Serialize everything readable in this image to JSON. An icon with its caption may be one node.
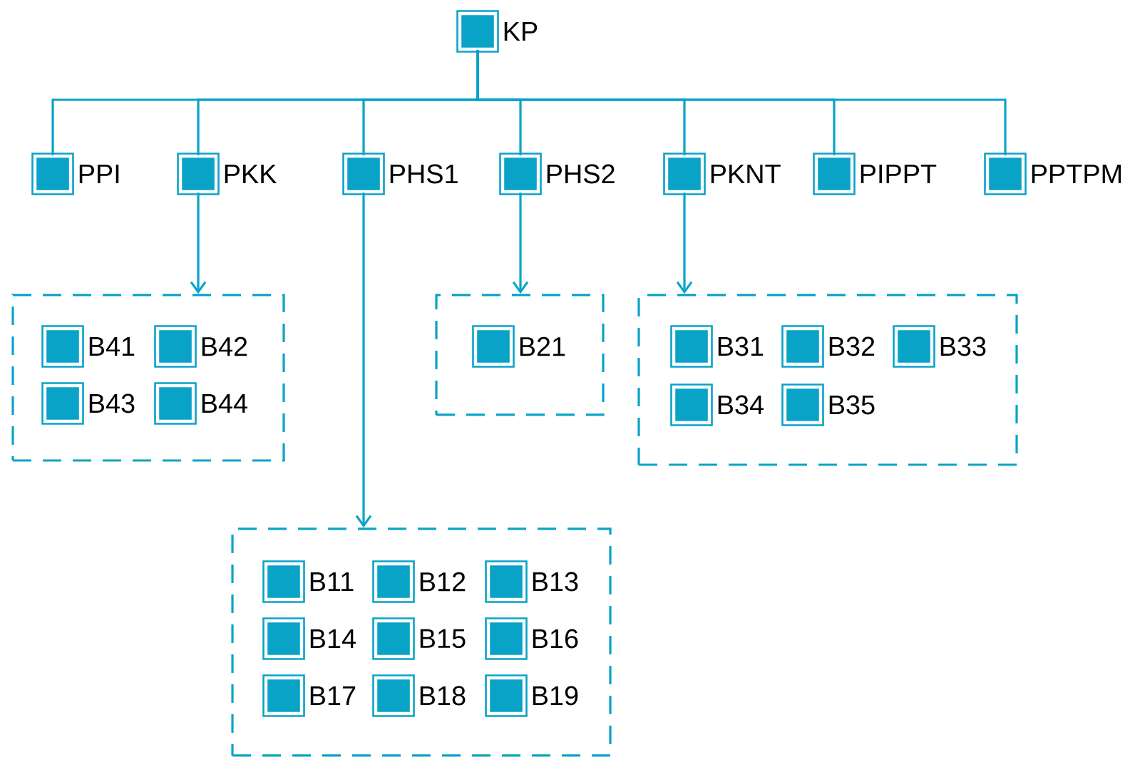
{
  "diagram": {
    "nodes": [
      {
        "text": [
          "KP"
        ]
      },
      {
        "text": [
          "PPI"
        ]
      },
      {
        "text": [
          "PKK"
        ]
      },
      {
        "text": [
          "PHS1"
        ]
      },
      {
        "text": [
          "PHS2"
        ]
      },
      {
        "text": [
          "PKNT"
        ]
      },
      {
        "text": [
          "PIPPT"
        ]
      },
      {
        "text": [
          "PPTPM"
        ]
      },
      {
        "text": [],
        "shape": "box"
      },
      {
        "text": [
          "B41"
        ],
        "in": 8
      },
      {
        "text": [
          "B42"
        ],
        "in": 8
      },
      {
        "text": [
          "B43"
        ],
        "in": 8
      },
      {
        "text": [
          "B44"
        ],
        "in": 8
      },
      {
        "text": [],
        "shape": "box"
      },
      {
        "text": [
          "B21"
        ],
        "in": 13
      },
      {
        "text": [],
        "shape": "box"
      },
      {
        "text": [
          "B31"
        ],
        "in": 15
      },
      {
        "text": [
          "B32"
        ],
        "in": 15
      },
      {
        "text": [
          "B33"
        ],
        "in": 15
      },
      {
        "text": [
          "B34"
        ],
        "in": 15
      },
      {
        "text": [
          "B35"
        ],
        "in": 15
      },
      {
        "text": [],
        "shape": "box"
      },
      {
        "text": [
          "B11"
        ],
        "in": 21
      },
      {
        "text": [
          "B12"
        ],
        "in": 21
      },
      {
        "text": [
          "B13"
        ],
        "in": 21
      },
      {
        "text": [
          "B14"
        ],
        "in": 21
      },
      {
        "text": [
          "B15"
        ],
        "in": 21
      },
      {
        "text": [
          "B16"
        ],
        "in": 21
      },
      {
        "text": [
          "B17"
        ],
        "in": 21
      },
      {
        "text": [
          "B18"
        ],
        "in": 21
      },
      {
        "text": [
          "B19"
        ],
        "in": 21
      }
    ],
    "edges": [
      {
        "from": 0,
        "to": 1,
        "arrow": "none"
      },
      {
        "from": 0,
        "to": 2,
        "arrow": "none"
      },
      {
        "from": 0,
        "to": 3,
        "arrow": "none"
      },
      {
        "from": 0,
        "to": 4,
        "arrow": "none"
      },
      {
        "from": 0,
        "to": 5,
        "arrow": "none"
      },
      {
        "from": 0,
        "to": 6,
        "arrow": "none"
      },
      {
        "from": 0,
        "to": 7,
        "arrow": "none"
      },
      {
        "from": 2,
        "to": 8,
        "arrow": "to"
      },
      {
        "from": 3,
        "to": 21,
        "arrow": "to"
      },
      {
        "from": 4,
        "to": 13,
        "arrow": "to"
      },
      {
        "from": 5,
        "to": 15,
        "arrow": "to"
      }
    ]
  }
}
